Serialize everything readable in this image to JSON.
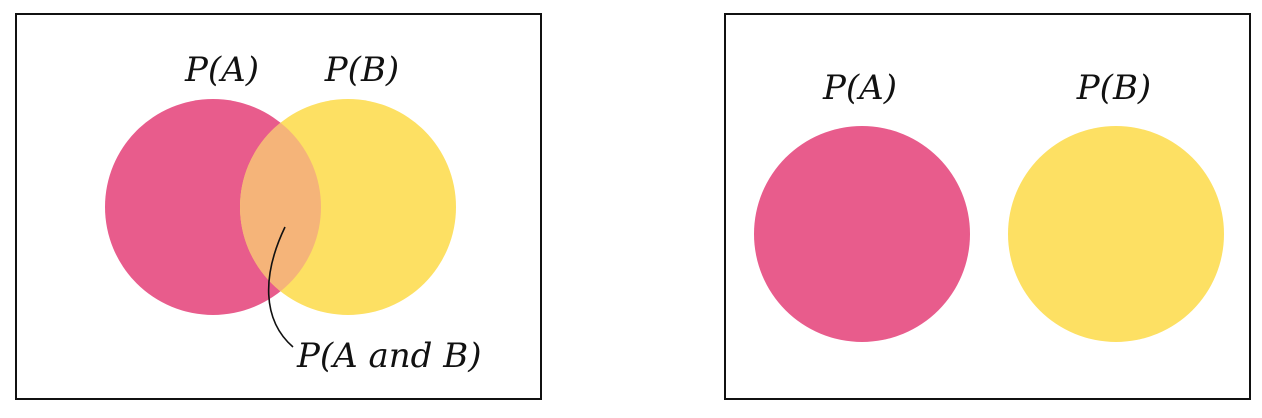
{
  "colors": {
    "set_a": "#e85c8c",
    "set_b": "#fde063",
    "intersection": "#f5b479",
    "stroke": "#111111",
    "background": "#ffffff"
  },
  "overlapping": {
    "label_a": "P(A)",
    "label_b": "P(B)",
    "label_intersection": "P(A and B)"
  },
  "disjoint": {
    "label_a": "P(A)",
    "label_b": "P(B)"
  }
}
